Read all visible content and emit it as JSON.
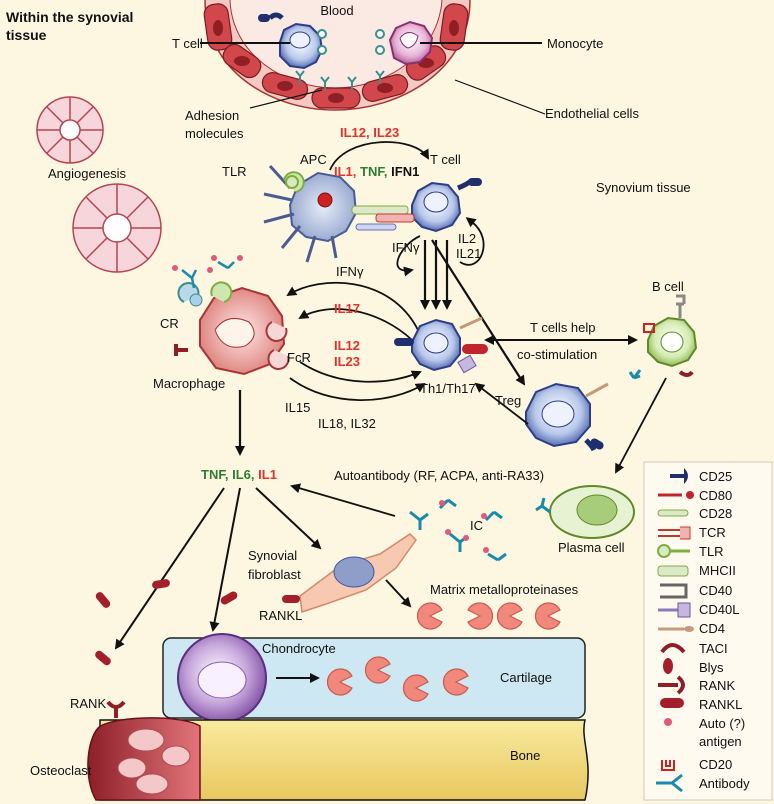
{
  "title_line1": "Within the synovial",
  "title_line2": "tissue",
  "labels": {
    "blood": "Blood",
    "t_cell_top": "T cell",
    "monocyte": "Monocyte",
    "adhesion1": "Adhesion",
    "adhesion2": "molecules",
    "endothelial": "Endothelial cells",
    "angiogenesis": "Angiogenesis",
    "tlr": "TLR",
    "apc": "APC",
    "t_cell_mid": "T cell",
    "synovium": "Synovium tissue",
    "ifng_left": "IFNγ",
    "il2": "IL2",
    "il21": "IL21",
    "ifng_arc": "IFNγ",
    "cr": "CR",
    "fcr": "FcR",
    "macrophage": "Macrophage",
    "il15": "IL15",
    "il18": "IL18, IL32",
    "th1": "Th1/Th17",
    "treg": "Treg",
    "tcells_help1": "T cells help",
    "tcells_help2": "co-stimulation",
    "b_cell": "B cell",
    "autoantibody": "Autoantibody (RF, ACPA, anti-RA33)",
    "ic": "IC",
    "plasma_cell": "Plasma cell",
    "synovial1": "Synovial",
    "synovial2": "fibroblast",
    "rankl": "RANKL",
    "mmp": "Matrix metalloproteinases",
    "chondrocyte": "Chondrocyte",
    "cartilage": "Cartilage",
    "rank": "RANK",
    "bone": "Bone",
    "osteoclast": "Osteoclast"
  },
  "cytokines": {
    "il12_il23_top": "IL12, IL23",
    "il1": "IL1",
    "comma1": ",",
    "tnf": "TNF",
    "comma2": ",",
    "ifn1": "IFN1",
    "il17": "IL17",
    "il12": "IL12",
    "il23": "IL23",
    "out_tnf": "TNF",
    "out_comma1": ",",
    "out_il6": "IL6",
    "out_comma2": ",",
    "out_il1": "IL1"
  },
  "legend": [
    {
      "label": "CD25",
      "icon": "cd25-icon"
    },
    {
      "label": "CD80",
      "icon": "cd80-icon"
    },
    {
      "label": "CD28",
      "icon": "cd28-icon"
    },
    {
      "label": "TCR",
      "icon": "tcr-icon"
    },
    {
      "label": "TLR",
      "icon": "tlr-icon"
    },
    {
      "label": "MHCII",
      "icon": "mhcii-icon"
    },
    {
      "label": "CD40",
      "icon": "cd40-icon"
    },
    {
      "label": "CD40L",
      "icon": "cd40l-icon"
    },
    {
      "label": "CD4",
      "icon": "cd4-icon"
    },
    {
      "label": "TACI",
      "icon": "taci-icon"
    },
    {
      "label": "Blys",
      "icon": "blys-icon"
    },
    {
      "label": "RANK",
      "icon": "rank-icon"
    },
    {
      "label": "RANKL",
      "icon": "rankl-icon"
    },
    {
      "label": "Auto (?)",
      "icon": "auto-antigen-icon"
    },
    {
      "label": "antigen",
      "icon": ""
    },
    {
      "label": "CD20",
      "icon": "cd20-icon"
    },
    {
      "label": "Antibody",
      "icon": "antibody-icon"
    }
  ],
  "colors": {
    "background": "#fdf6e0",
    "cytokine_red": "#e0332a",
    "cytokine_green": "#2e7d32",
    "endothelial": "#c8373d",
    "cartilage": "#cde8f2",
    "bone": "#f3df8a"
  }
}
